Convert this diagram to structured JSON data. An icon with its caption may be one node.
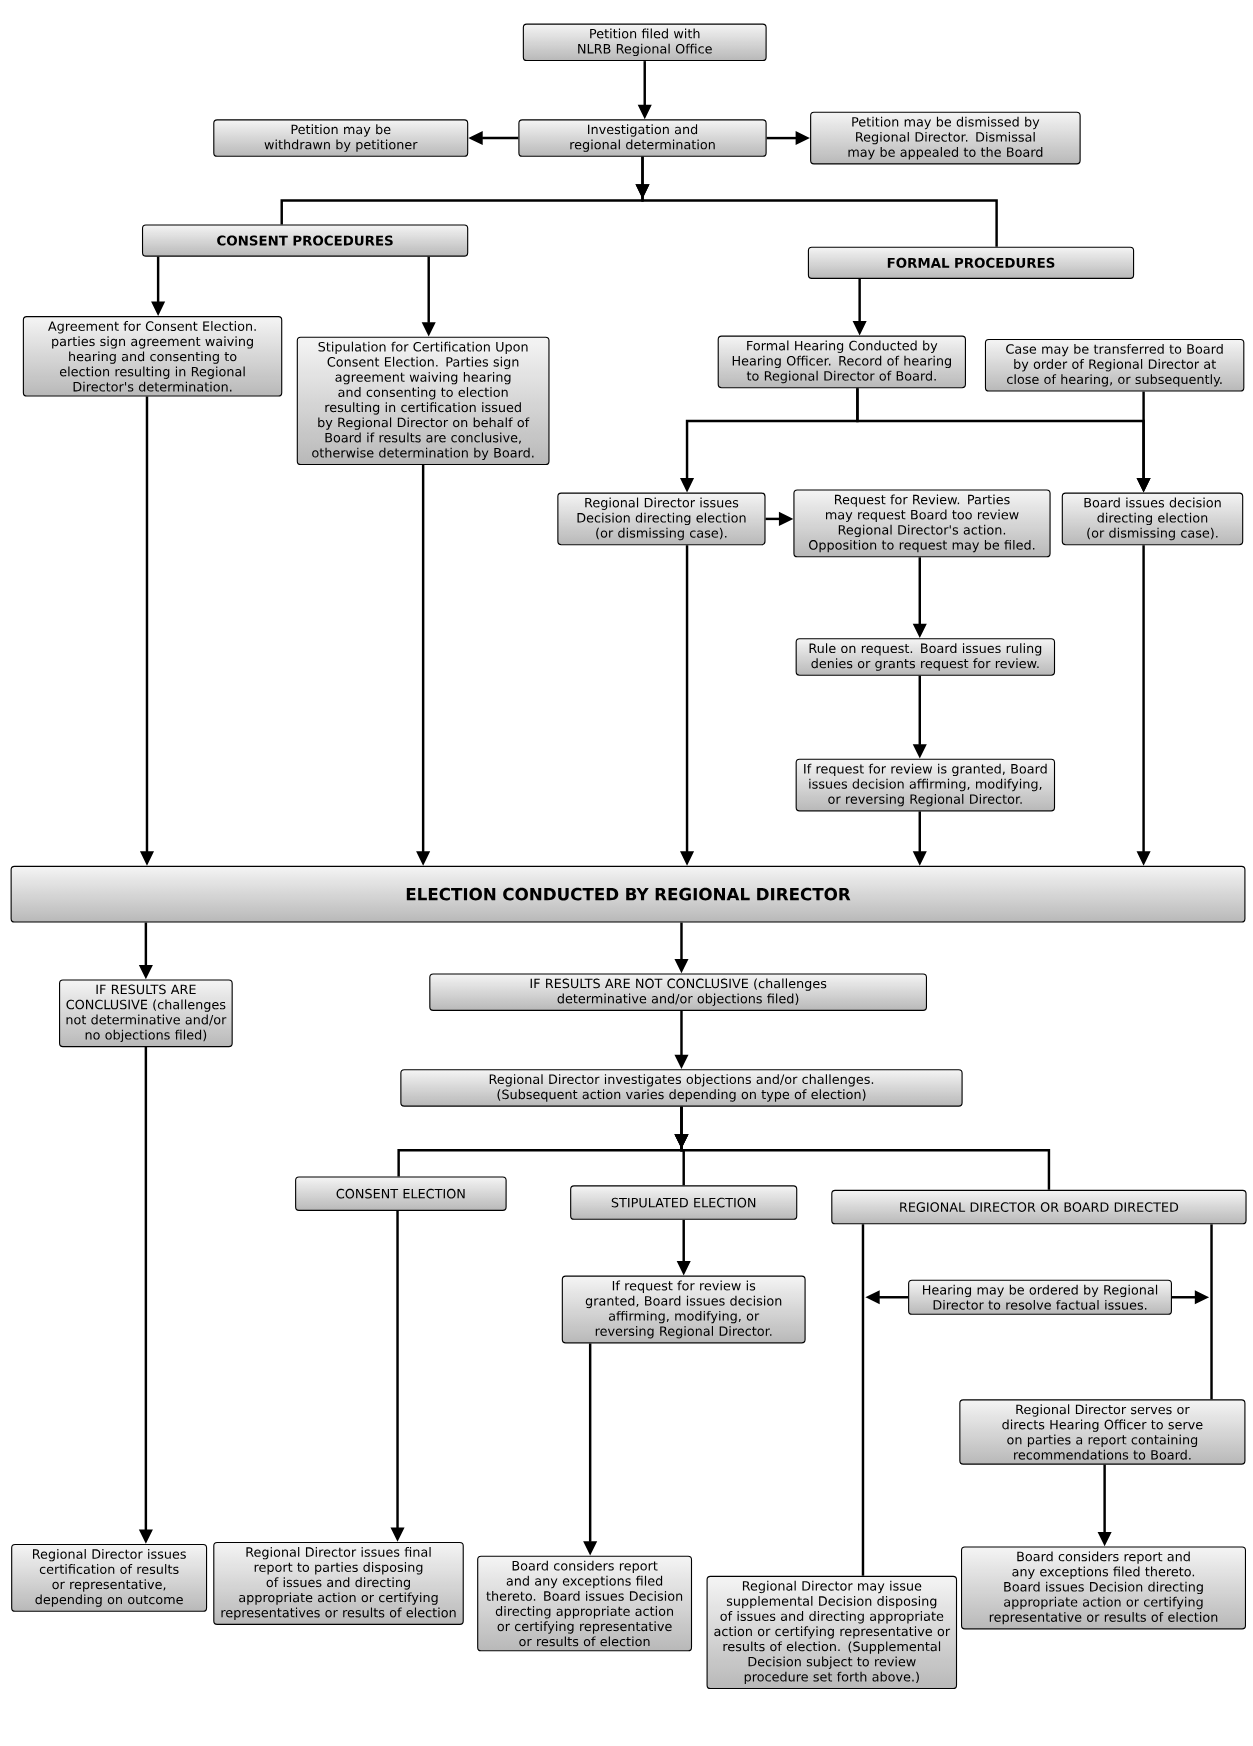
{
  "diagram": {
    "nodes": [
      {
        "text": [
          "Petition filed with NLRB Regional Office"
        ]
      },
      {
        "text": [
          "Petition may be withdrawn by petitioner"
        ]
      },
      {
        "text": [
          "Investigation and regional determination"
        ]
      },
      {
        "text": [
          "Petition may be dismissed by Regional Director. Dismissal may be appealed to the Board"
        ]
      },
      {
        "text": [
          "CONSENT PROCEDURES"
        ]
      },
      {
        "text": [
          "FORMAL PROCEDURES"
        ]
      },
      {
        "text": [
          "Agreement for Consent Election. parties sign agreement waiving hearing and consenting to election resulting in Regional Director's determination."
        ]
      },
      {
        "text": [
          "Stipulation for Certification Upon Consent Election. Parties sign agreement waiving hearing and consenting to election resulting in certification issued by Regional Director on behalf of Board if results are conclusive, otherwise determination by Board."
        ]
      },
      {
        "text": [
          "Formal Hearing Conducted by Hearing Officer. Record of hearing to Regional Director of Board."
        ]
      },
      {
        "text": [
          "Case may be transferred to Board by order of Regional Director at close of hearing, or subsequently."
        ]
      },
      {
        "text": [
          "Regional Director issues Decision directing election (or dismissing case)."
        ]
      },
      {
        "text": [
          "Request for Review. Parties may request Board too review Regional Director's action. Opposition to request may be filed."
        ]
      },
      {
        "text": [
          "Board issues decision directing election (or dismissing case)."
        ]
      },
      {
        "text": [
          "Rule on request. Board issues ruling denies or grants request for review."
        ]
      },
      {
        "text": [
          "If request for review is granted, Board issues decision affirming, modifying, or reversing Regional Director."
        ]
      },
      {
        "text": [
          "ELECTION CONDUCTED BY REGIONAL DIRECTOR"
        ]
      },
      {
        "text": [
          "IF RESULTS ARE CONCLUSIVE (challenges not determinative and/or no objections filed)"
        ]
      },
      {
        "text": [
          "IF RESULTS ARE NOT CONCLUSIVE (challenges determinative and/or objections filed)"
        ]
      },
      {
        "text": [
          "Regional Director investigates objections and/or challenges. (Subsequent action varies depending on type of election)"
        ]
      },
      {
        "text": [
          "CONSENT ELECTION"
        ]
      },
      {
        "text": [
          "STIPULATED ELECTION"
        ]
      },
      {
        "text": [
          "REGIONAL DIRECTOR OR BOARD DIRECTED"
        ]
      },
      {
        "text": [
          "If request for review is granted, Board issues decision affirming, modifying, or reversing Regional Director."
        ]
      },
      {
        "text": [
          "Hearing may be ordered by Regional Director to resolve factual issues."
        ]
      },
      {
        "text": [
          "Regional Director serves or directs Hearing Officer to serve on parties a report containing recommendations to Board."
        ]
      },
      {
        "text": [
          "Regional Director issues certification of results or representative, depending on outcome"
        ]
      },
      {
        "text": [
          "Regional Director issues final report to parties disposing of issues and directing appropriate action or certifying representatives or results of election"
        ]
      },
      {
        "text": [
          "Board considers report and any exceptions filed thereto. Board issues Decision directing appropriate action or certifying representative or results of election"
        ]
      },
      {
        "text": [
          "Regional Director may issue supplemental Decision disposing of issues and directing appropriate action or certifying representative or results of election. (Supplemental Decision subject to review procedure set forth above.)"
        ]
      },
      {
        "text": [
          "Board considers report and any exceptions filed thereto. Board issues Decision directing appropriate action or certifying representative or results of election"
        ]
      }
    ],
    "edges": [
      {
        "from": 0,
        "to": 2,
        "arrow": "to"
      },
      {
        "from": 2,
        "to": 1,
        "arrow": "to"
      },
      {
        "from": 2,
        "to": 3,
        "arrow": "to"
      },
      {
        "from": 2,
        "to": 4,
        "arrow": "to"
      },
      {
        "from": 2,
        "to": 5,
        "arrow": "to"
      },
      {
        "from": 4,
        "to": 6,
        "arrow": "to"
      },
      {
        "from": 4,
        "to": 7,
        "arrow": "to"
      },
      {
        "from": 5,
        "to": 8,
        "arrow": "to"
      },
      {
        "from": 8,
        "to": 10,
        "arrow": "to"
      },
      {
        "from": 8,
        "to": 12,
        "arrow": "to"
      },
      {
        "from": 9,
        "to": 12,
        "arrow": "to"
      },
      {
        "from": 10,
        "to": 11,
        "arrow": "to"
      },
      {
        "from": 11,
        "to": 13,
        "arrow": "to"
      },
      {
        "from": 13,
        "to": 14,
        "arrow": "to"
      },
      {
        "from": 6,
        "to": 15,
        "arrow": "to"
      },
      {
        "from": 7,
        "to": 15,
        "arrow": "to"
      },
      {
        "from": 10,
        "to": 15,
        "arrow": "to"
      },
      {
        "from": 14,
        "to": 15,
        "arrow": "to"
      },
      {
        "from": 12,
        "to": 15,
        "arrow": "to"
      },
      {
        "from": 15,
        "to": 16,
        "arrow": "to"
      },
      {
        "from": 15,
        "to": 17,
        "arrow": "to"
      },
      {
        "from": 17,
        "to": 18,
        "arrow": "to"
      },
      {
        "from": 18,
        "to": 19,
        "arrow": "to"
      },
      {
        "from": 18,
        "to": 20,
        "arrow": "to"
      },
      {
        "from": 18,
        "to": 21,
        "arrow": "to"
      },
      {
        "from": 20,
        "to": 22,
        "arrow": "to"
      },
      {
        "from": 16,
        "to": 25,
        "arrow": "to"
      },
      {
        "from": 19,
        "to": 26,
        "arrow": "to"
      },
      {
        "from": 22,
        "to": 27,
        "arrow": "to"
      },
      {
        "from": 21,
        "to": 28,
        "arrow": "none"
      },
      {
        "from": 21,
        "to": 24,
        "arrow": "none"
      },
      {
        "from": 23,
        "to": null,
        "arrow": "to"
      },
      {
        "from": 23,
        "to": null,
        "arrow": "to"
      },
      {
        "from": 24,
        "to": 29,
        "arrow": "to"
      }
    ]
  }
}
